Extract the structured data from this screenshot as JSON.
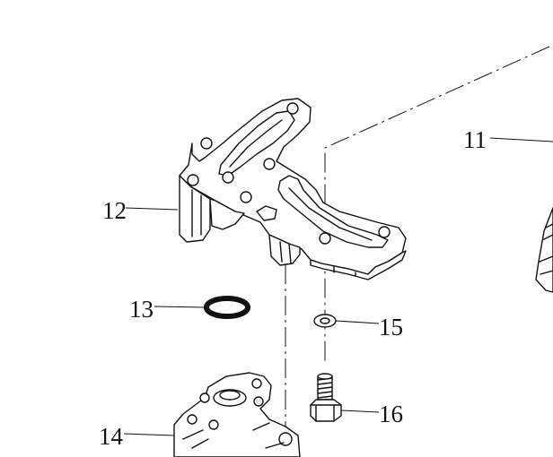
{
  "callouts": {
    "part_11": "11",
    "part_12": "12",
    "part_13": "13",
    "part_14": "14",
    "part_15": "15",
    "part_16": "16"
  },
  "colors": {
    "line": "#111111",
    "background": "#ffffff"
  }
}
